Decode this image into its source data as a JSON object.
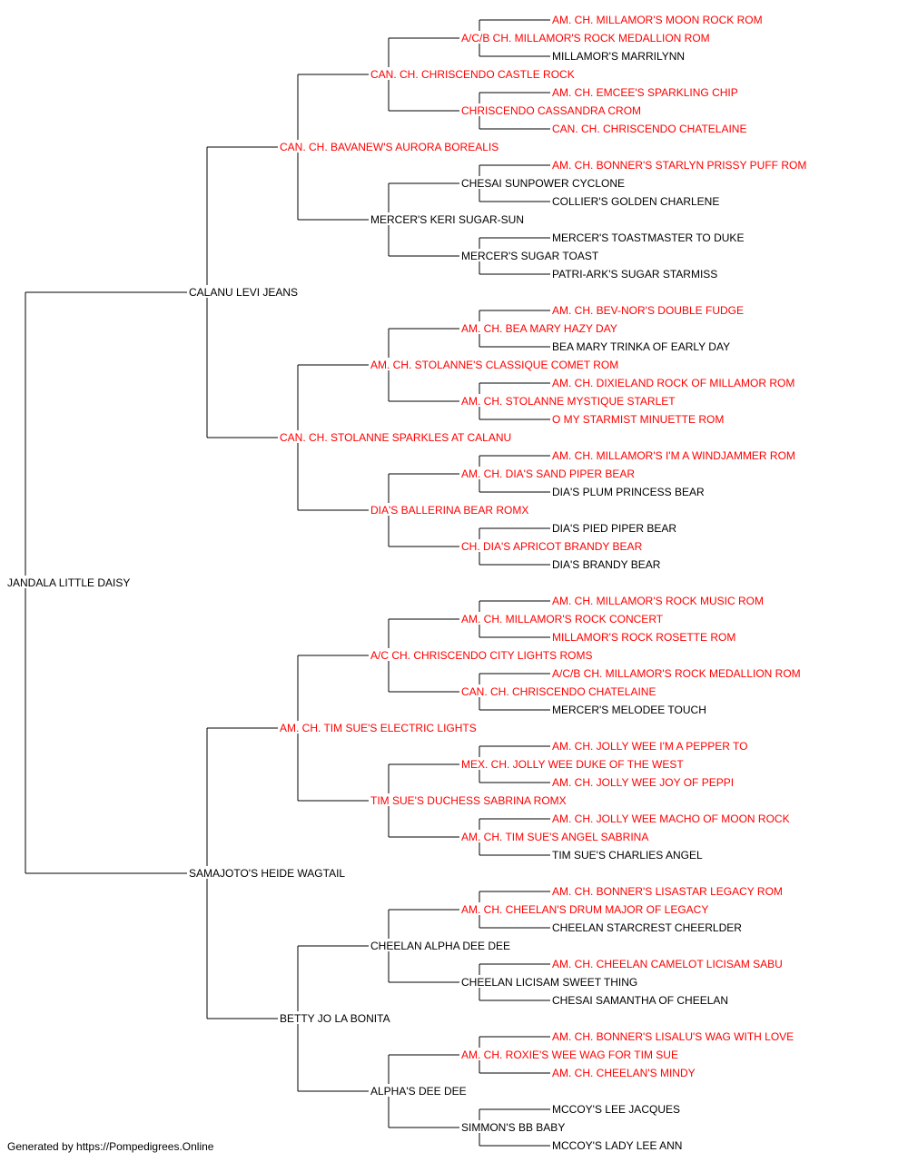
{
  "colors": {
    "champion": "#ff0000",
    "normal": "#000000",
    "lines": "#000000"
  },
  "subject": {
    "name": "JANDALA LITTLE DAISY",
    "champion": false
  },
  "parents": [
    {
      "name": "CALANU LEVI JEANS",
      "champion": false
    },
    {
      "name": "SAMAJOTO'S HEIDE WAGTAIL",
      "champion": false
    }
  ],
  "grandparents": [
    {
      "name": "CAN. CH. BAVANEW'S AURORA BOREALIS",
      "champion": true
    },
    {
      "name": "CAN. CH. STOLANNE SPARKLES AT CALANU",
      "champion": true
    },
    {
      "name": "AM. CH. TIM SUE'S ELECTRIC LIGHTS",
      "champion": true
    },
    {
      "name": "BETTY JO LA BONITA",
      "champion": false
    }
  ],
  "great_grandparents": [
    {
      "name": "CAN. CH. CHRISCENDO CASTLE ROCK",
      "champion": true
    },
    {
      "name": "MERCER'S KERI SUGAR-SUN",
      "champion": false
    },
    {
      "name": "AM. CH. STOLANNE'S CLASSIQUE COMET ROM",
      "champion": true
    },
    {
      "name": "DIA'S BALLERINA BEAR ROMX",
      "champion": true
    },
    {
      "name": "A/C CH. CHRISCENDO CITY LIGHTS ROMS",
      "champion": true
    },
    {
      "name": "TIM SUE'S DUCHESS SABRINA ROMX",
      "champion": true
    },
    {
      "name": "CHEELAN ALPHA DEE DEE",
      "champion": false
    },
    {
      "name": "ALPHA'S DEE DEE",
      "champion": false
    }
  ],
  "gen4": [
    {
      "name": "A/C/B CH. MILLAMOR'S ROCK MEDALLION ROM",
      "champion": true
    },
    {
      "name": "CHRISCENDO CASSANDRA CROM",
      "champion": true
    },
    {
      "name": "CHESAI SUNPOWER CYCLONE",
      "champion": false
    },
    {
      "name": "MERCER'S SUGAR TOAST",
      "champion": false
    },
    {
      "name": "AM. CH. BEA MARY HAZY DAY",
      "champion": true
    },
    {
      "name": "AM. CH. STOLANNE MYSTIQUE STARLET",
      "champion": true
    },
    {
      "name": "AM. CH. DIA'S SAND PIPER BEAR",
      "champion": true
    },
    {
      "name": "CH. DIA'S APRICOT BRANDY BEAR",
      "champion": true
    },
    {
      "name": "AM. CH. MILLAMOR'S ROCK CONCERT",
      "champion": true
    },
    {
      "name": "CAN. CH. CHRISCENDO CHATELAINE",
      "champion": true
    },
    {
      "name": "MEX. CH. JOLLY WEE DUKE OF THE WEST",
      "champion": true
    },
    {
      "name": "AM. CH. TIM SUE'S ANGEL SABRINA",
      "champion": true
    },
    {
      "name": "AM. CH. CHEELAN'S DRUM MAJOR OF LEGACY",
      "champion": true
    },
    {
      "name": "CHEELAN LICISAM SWEET THING",
      "champion": false
    },
    {
      "name": "AM. CH. ROXIE'S WEE WAG FOR TIM SUE",
      "champion": true
    },
    {
      "name": "SIMMON'S BB BABY",
      "champion": false
    }
  ],
  "gen5": [
    {
      "name": "AM. CH. MILLAMOR'S MOON ROCK ROM",
      "champion": true
    },
    {
      "name": "MILLAMOR'S MARRILYNN",
      "champion": false
    },
    {
      "name": "AM. CH. EMCEE'S SPARKLING CHIP",
      "champion": true
    },
    {
      "name": "CAN. CH. CHRISCENDO CHATELAINE",
      "champion": true
    },
    {
      "name": "AM. CH. BONNER'S STARLYN PRISSY PUFF ROM",
      "champion": true
    },
    {
      "name": "COLLIER'S GOLDEN CHARLENE",
      "champion": false
    },
    {
      "name": "MERCER'S TOASTMASTER TO DUKE",
      "champion": false
    },
    {
      "name": "PATRI-ARK'S SUGAR STARMISS",
      "champion": false
    },
    {
      "name": "AM. CH. BEV-NOR'S DOUBLE FUDGE",
      "champion": true
    },
    {
      "name": "BEA MARY TRINKA OF EARLY DAY",
      "champion": false
    },
    {
      "name": "AM. CH. DIXIELAND ROCK OF MILLAMOR ROM",
      "champion": true
    },
    {
      "name": "O MY STARMIST MINUETTE ROM",
      "champion": true
    },
    {
      "name": "AM. CH. MILLAMOR'S I'M A WINDJAMMER ROM",
      "champion": true
    },
    {
      "name": "DIA'S PLUM PRINCESS BEAR",
      "champion": false
    },
    {
      "name": "DIA'S PIED PIPER BEAR",
      "champion": false
    },
    {
      "name": "DIA'S BRANDY BEAR",
      "champion": false
    },
    {
      "name": "AM. CH. MILLAMOR'S ROCK MUSIC ROM",
      "champion": true
    },
    {
      "name": "MILLAMOR'S ROCK ROSETTE ROM",
      "champion": true
    },
    {
      "name": "A/C/B CH. MILLAMOR'S ROCK MEDALLION ROM",
      "champion": true
    },
    {
      "name": "MERCER'S MELODEE TOUCH",
      "champion": false
    },
    {
      "name": "AM. CH. JOLLY WEE I'M A PEPPER TO",
      "champion": true
    },
    {
      "name": "AM. CH. JOLLY WEE JOY OF PEPPI",
      "champion": true
    },
    {
      "name": "AM. CH. JOLLY WEE MACHO OF MOON ROCK",
      "champion": true
    },
    {
      "name": "TIM SUE'S CHARLIES ANGEL",
      "champion": false
    },
    {
      "name": "AM. CH. BONNER'S LISASTAR LEGACY ROM",
      "champion": true
    },
    {
      "name": "CHEELAN STARCREST CHEERLDER",
      "champion": false
    },
    {
      "name": "AM. CH. CHEELAN CAMELOT LICISAM SABU",
      "champion": true
    },
    {
      "name": "CHESAI SAMANTHA OF CHEELAN",
      "champion": false
    },
    {
      "name": "AM. CH. BONNER'S LISALU'S WAG WITH LOVE",
      "champion": true
    },
    {
      "name": "AM. CH. CHEELAN'S MINDY",
      "champion": true
    },
    {
      "name": "MCCOY'S LEE JACQUES",
      "champion": false
    },
    {
      "name": "MCCOY'S LADY LEE ANN",
      "champion": false
    }
  ],
  "footer": "Generated by https://Pompedigrees.Online"
}
